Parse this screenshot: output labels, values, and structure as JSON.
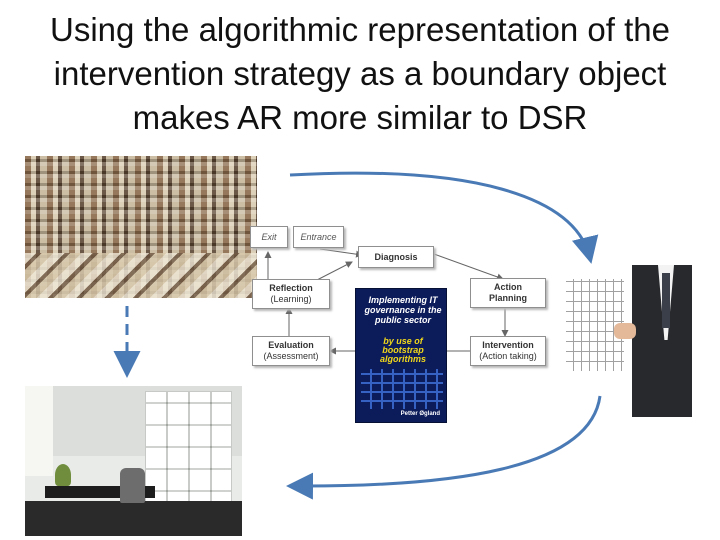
{
  "title": "Using the algorithmic representation of the intervention strategy as a boundary object makes AR more similar to DSR",
  "diagram": {
    "exit": "Exit",
    "entrance": "Entrance",
    "diagnosis": "Diagnosis",
    "reflection": {
      "title": "Reflection",
      "sub": "(Learning)"
    },
    "action_planning": {
      "title": "Action",
      "sub": "Planning"
    },
    "evaluation": {
      "title": "Evaluation",
      "sub": "(Assessment)"
    },
    "intervention": {
      "title": "Intervention",
      "sub": "(Action taking)"
    }
  },
  "book": {
    "title": "Implementing IT governance in the public sector",
    "subtitle": "by use of bootstrap algorithms",
    "author": "Petter Øgland"
  },
  "colors": {
    "arrow_blue": "#4a7ab5",
    "book_blue": "#0c1b5a",
    "book_yellow": "#f1d81a"
  }
}
